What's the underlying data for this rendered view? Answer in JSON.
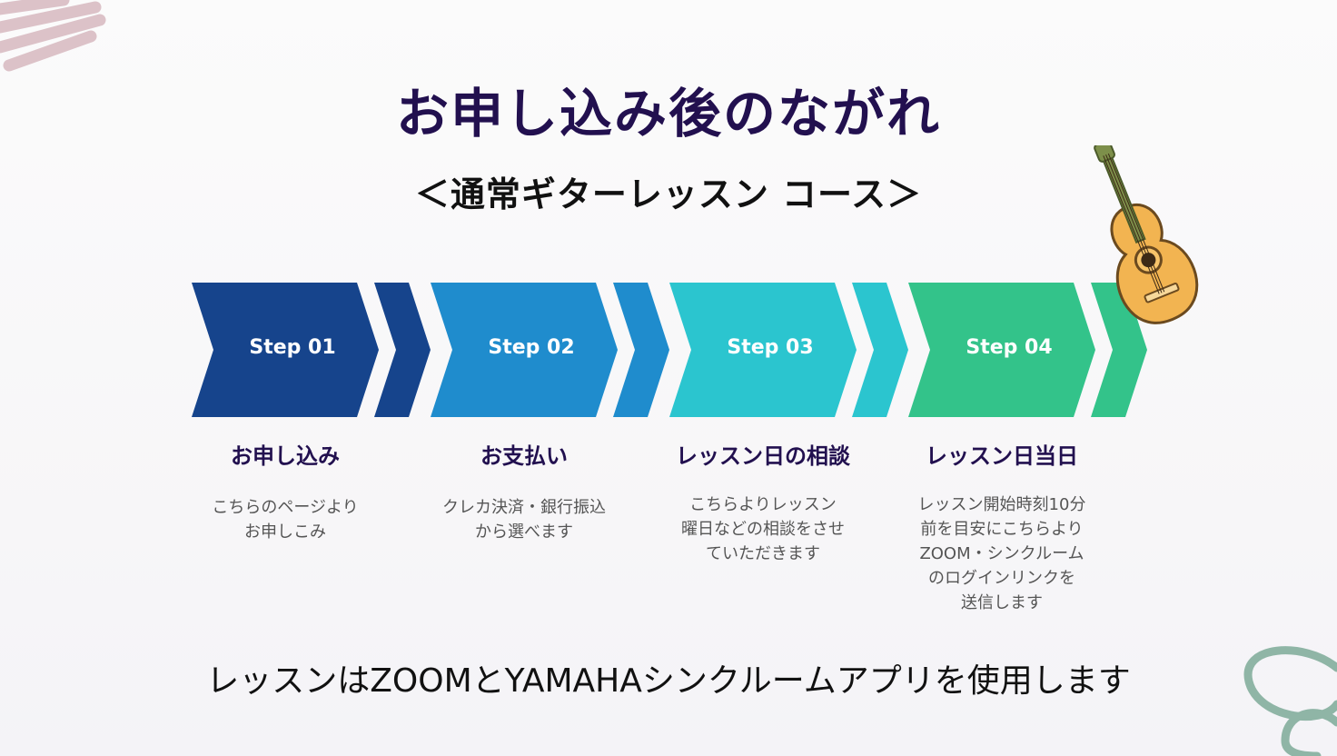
{
  "title": "お申し込み後のながれ",
  "subtitle": "＜通常ギターレッスン コース＞",
  "colors": {
    "title": "#22104f",
    "step1": "#16448c",
    "step2": "#1f8ccd",
    "step3": "#2bc5cf",
    "step4": "#33c38a"
  },
  "steps": [
    {
      "label": "Step 01",
      "heading": "お申し込み",
      "desc": [
        "こちらのページより",
        "お申しこみ"
      ]
    },
    {
      "label": "Step 02",
      "heading": "お支払い",
      "desc": [
        "クレカ決済・銀行振込",
        "から選べます"
      ]
    },
    {
      "label": "Step 03",
      "heading": "レッスン日の相談",
      "desc": [
        "こちらよりレッスン",
        "曜日などの相談をさせ",
        "ていただきます"
      ]
    },
    {
      "label": "Step 04",
      "heading": "レッスン日当日",
      "desc": [
        "レッスン開始時刻10分",
        "前を目安にこちらより",
        "ZOOM・シンクルーム",
        "のログインリンクを",
        "送信します"
      ]
    }
  ],
  "footer": "レッスンはZOOMとYAMAHAシンクルームアプリを使用します",
  "decorations": [
    "scribble-icon",
    "guitar-icon",
    "loop-icon"
  ]
}
